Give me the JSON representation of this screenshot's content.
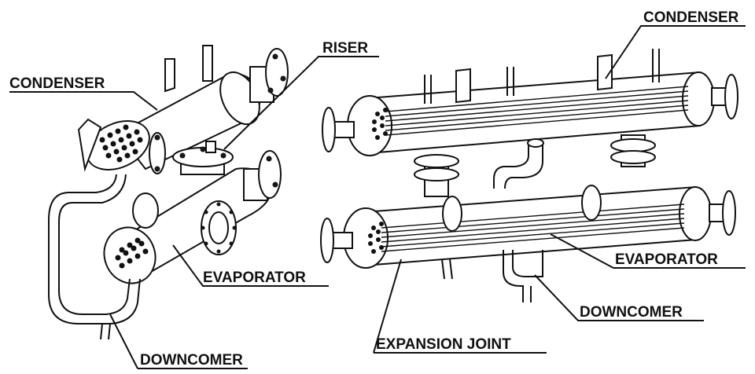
{
  "labels": {
    "left_condenser": "CONDENSER",
    "riser": "RISER",
    "left_evaporator": "EVAPORATOR",
    "left_downcomer": "DOWNCOMER",
    "right_condenser": "CONDENSER",
    "right_evaporator": "EVAPORATOR",
    "right_downcomer": "DOWNCOMER",
    "expansion_joint": "EXPANSION JOINT"
  },
  "colors": {
    "line": "#111111",
    "background": "#ffffff"
  }
}
